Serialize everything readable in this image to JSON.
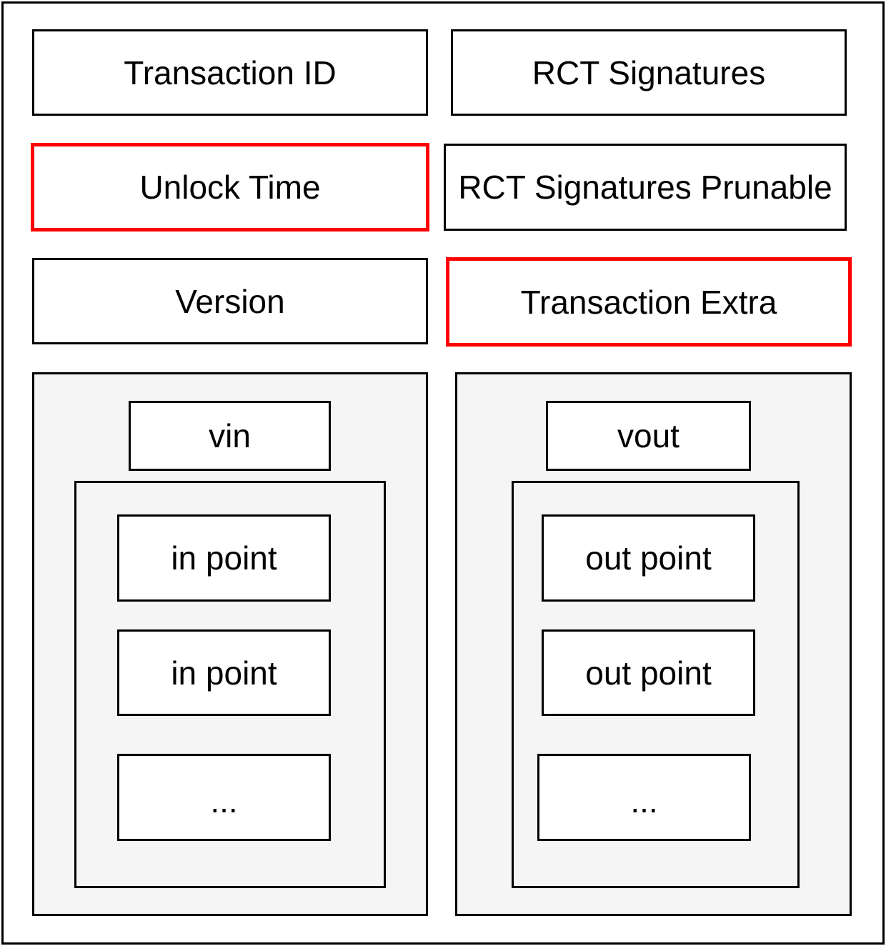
{
  "fields": {
    "transaction_id": "Transaction ID",
    "rct_signatures": "RCT Signatures",
    "unlock_time": "Unlock Time",
    "rct_signatures_prunable": "RCT Signatures Prunable",
    "version": "Version",
    "transaction_extra": "Transaction Extra"
  },
  "vin": {
    "title": "vin",
    "items": [
      "in point",
      "in point",
      "..."
    ]
  },
  "vout": {
    "title": "vout",
    "items": [
      "out point",
      "out point",
      "..."
    ]
  },
  "colors": {
    "highlight": "#ff0000",
    "group_fill": "#f5f5f5",
    "stroke": "#000000"
  }
}
